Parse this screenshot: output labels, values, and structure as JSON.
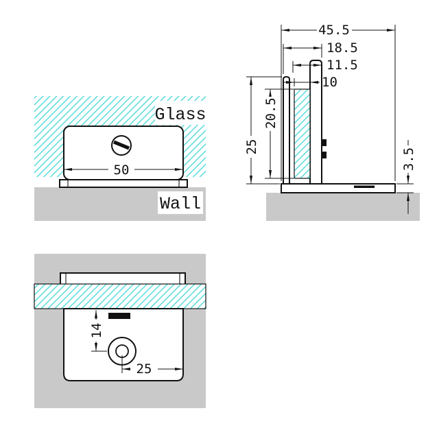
{
  "drawing": {
    "labels": {
      "glass": "Glass",
      "wall": "Wall"
    },
    "front_view": {
      "clamp_width": "50"
    },
    "side_view": {
      "overall_depth": "45.5",
      "body_depth": "18.5",
      "slot_opening": "11.5",
      "glass_thickness": "10",
      "slot_depth": "20.5",
      "body_height": "25",
      "base_plate_thickness": "3.5"
    },
    "plan_view": {
      "hole_offset_from_glass": "14",
      "hole_offset_from_edge": "25"
    },
    "colors": {
      "glass_hatch": "#3fd6d6",
      "wall_fill": "#c9c9c9",
      "outline": "#111111"
    }
  }
}
